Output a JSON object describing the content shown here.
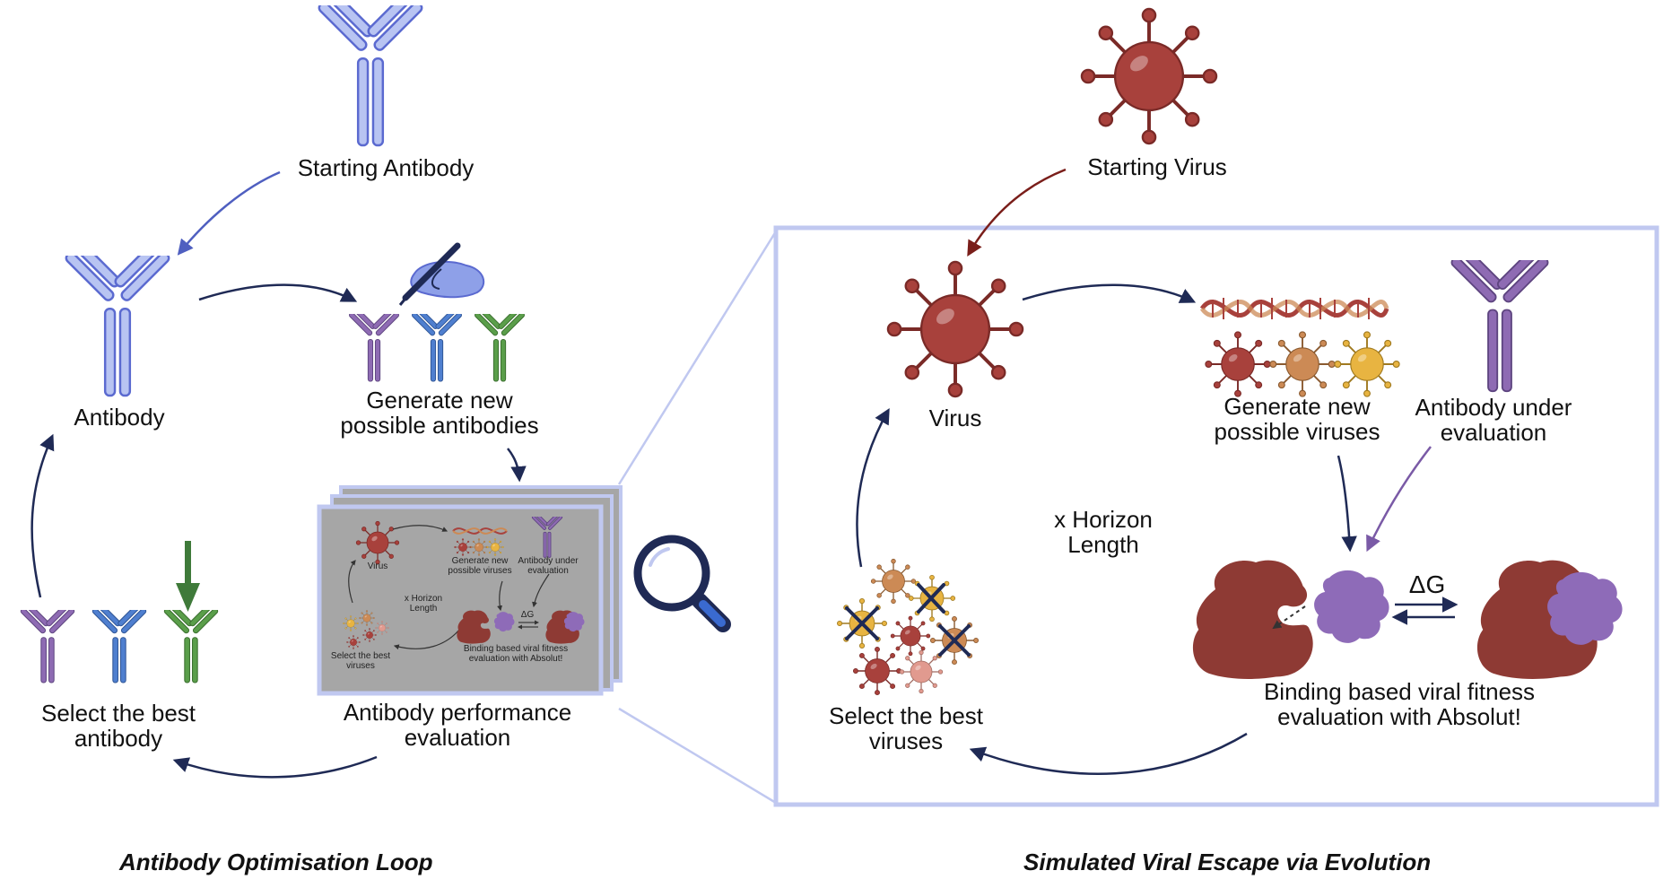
{
  "colors": {
    "antibody_start": "#b8c4f2",
    "antibody_outline": "#5b6ad0",
    "antibody_purple": "#8e6bb3",
    "antibody_blue": "#4f7fcf",
    "antibody_green": "#5a9e4a",
    "virus": "#a8413c",
    "virus_outline": "#7a2a27",
    "virus_orange": "#cc8a55",
    "virus_yellow": "#e8b441",
    "virus_pink": "#e19a8f",
    "arrow_dark": "#1f2a55",
    "arrow_red": "#7a1e1a",
    "arrow_purple": "#7a5aa6",
    "frame": "#c0c8f0",
    "panel_bg": "#a6a6a6",
    "protein_red": "#8e3a34",
    "protein_purple": "#8e6bb8"
  },
  "left": {
    "starting_antibody": "Starting Antibody",
    "antibody": "Antibody",
    "generate_line1": "Generate new",
    "generate_line2": "possible antibodies",
    "select_line1": "Select the best",
    "select_line2": "antibody",
    "eval_line1": "Antibody performance",
    "eval_line2": "evaluation",
    "caption": "Antibody Optimisation Loop"
  },
  "panel_mini": {
    "virus": "Virus",
    "generate_line1": "Generate new",
    "generate_line2": "possible viruses",
    "antibody_line1": "Antibody under",
    "antibody_line2": "evaluation",
    "horizon_line1": "x Horizon",
    "horizon_line2": "Length",
    "delta_g": "ΔG",
    "binding_line1": "Binding based viral fitness",
    "binding_line2": "evaluation with Absolut!",
    "select_line1": "Select the best",
    "select_line2": "viruses"
  },
  "right": {
    "starting_virus": "Starting Virus",
    "virus": "Virus",
    "generate_line1": "Generate new",
    "generate_line2": "possible viruses",
    "antibody_line1": "Antibody under",
    "antibody_line2": "evaluation",
    "horizon_line1": "x Horizon",
    "horizon_line2": "Length",
    "delta_g": "ΔG",
    "binding_line1": "Binding based viral fitness",
    "binding_line2": "evaluation with Absolut!",
    "select_line1": "Select the best",
    "select_line2": "viruses",
    "caption": "Simulated Viral Escape via Evolution"
  },
  "icons": [
    "antibody-icon",
    "virus-icon",
    "dna-icon",
    "pen-icon",
    "magnifier-icon",
    "protein-complex-icon",
    "arrow-icon"
  ]
}
